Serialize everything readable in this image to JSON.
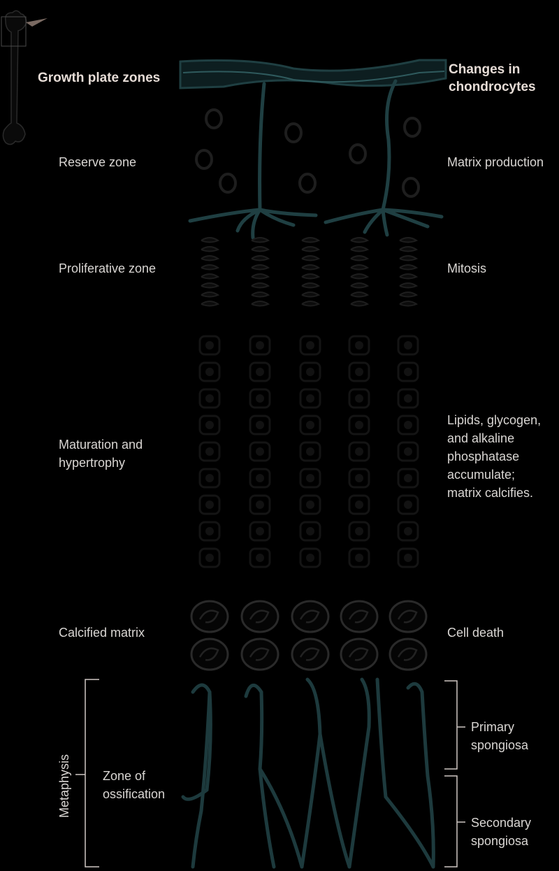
{
  "headers": {
    "left": "Growth plate zones",
    "right": "Changes in\nchondrocytes"
  },
  "zones": [
    {
      "name": "Reserve zone",
      "change": "Matrix production"
    },
    {
      "name": "Proliferative zone",
      "change": "Mitosis"
    },
    {
      "name": "Maturation and\nhypertrophy",
      "change": "Lipids, glycogen,\nand alkaline\nphosphatase\naccumulate;\nmatrix calcifies."
    },
    {
      "name": "Calcified matrix",
      "change": "Cell death"
    }
  ],
  "ossification": {
    "zone_label": "Zone of\nossification",
    "metaphysis": "Metaphysis",
    "primary": "Primary\nspongiosa",
    "secondary": "Secondary\nspongiosa"
  },
  "colors": {
    "vessel": "#1f3f42",
    "vessel_light": "#3a6b6e",
    "cell": "#1a1a1a",
    "bracket": "#cfc8c4",
    "text": "#d9d6d3"
  }
}
